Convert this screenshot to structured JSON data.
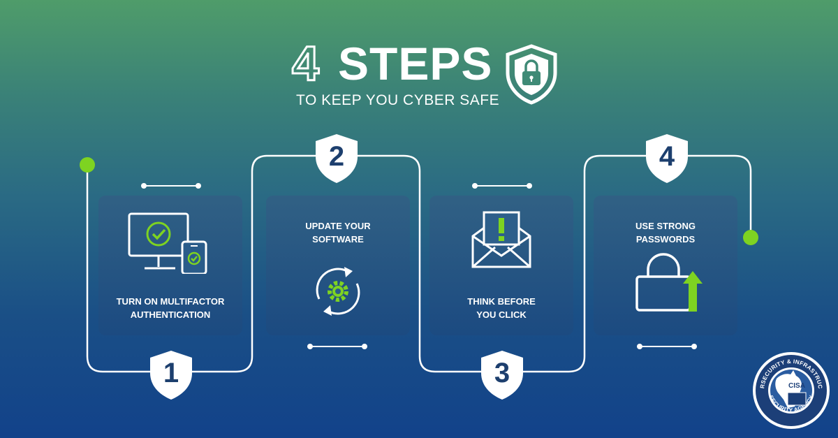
{
  "title": {
    "number": "4",
    "word": "STEPS",
    "subtitle": "TO KEEP YOU CYBER SAFE"
  },
  "steps": [
    {
      "number": "1",
      "label": "TURN ON MULTIFACTOR\nAUTHENTICATION"
    },
    {
      "number": "2",
      "label": "UPDATE YOUR\nSOFTWARE"
    },
    {
      "number": "3",
      "label": "THINK BEFORE\nYOU CLICK"
    },
    {
      "number": "4",
      "label": "USE STRONG\nPASSWORDS"
    }
  ],
  "seal": {
    "top_text": "CYBERSECURITY & INFRASTRUCTURE",
    "bottom_text": "SECURITY AGENCY",
    "center_text": "CISA"
  },
  "icons": {
    "title": "shield-lock-icon",
    "step1": "devices-check-icon",
    "step2": "sync-gear-icon",
    "step3": "envelope-alert-icon",
    "step4": "padlock-upload-icon"
  },
  "colors": {
    "accent_green": "#7ed321",
    "badge_text": "#1d3f6e",
    "line": "#ffffff"
  }
}
